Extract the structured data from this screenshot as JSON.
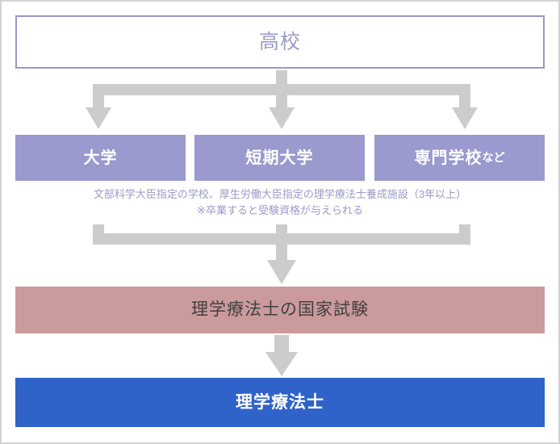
{
  "diagram": {
    "title_text": "高校",
    "colors": {
      "frame_border": "#d2d2d2",
      "purple_border": "#9a9ac9",
      "purple_fill": "#9a9ace",
      "arrow_gray": "#cccccc",
      "exam_pink": "#cb9a9c",
      "final_blue": "#3063c9",
      "caption_text": "#9a9ac9",
      "exam_text": "#404040",
      "white_text": "#ffffff"
    },
    "nodes": {
      "highschool": {
        "label": "高校"
      },
      "schools": [
        {
          "label": "大学",
          "suffix": ""
        },
        {
          "label": "短期大学",
          "suffix": ""
        },
        {
          "label": "専門学校",
          "suffix": "など"
        }
      ],
      "exam": {
        "label": "理学療法士の国家試験"
      },
      "qualification": {
        "label": "理学療法士"
      }
    },
    "caption": {
      "line1": "文部科学大臣指定の学校、厚生労働大臣指定の理学療法士養成施設（3年以上）",
      "line2": "※卒業すると受験資格が与えられる"
    },
    "connectors": {
      "split_label": "split-arrow-downward-three-way",
      "merge_label": "merge-arrow-downward",
      "exam_to_pt_label": "arrow-downward"
    }
  }
}
